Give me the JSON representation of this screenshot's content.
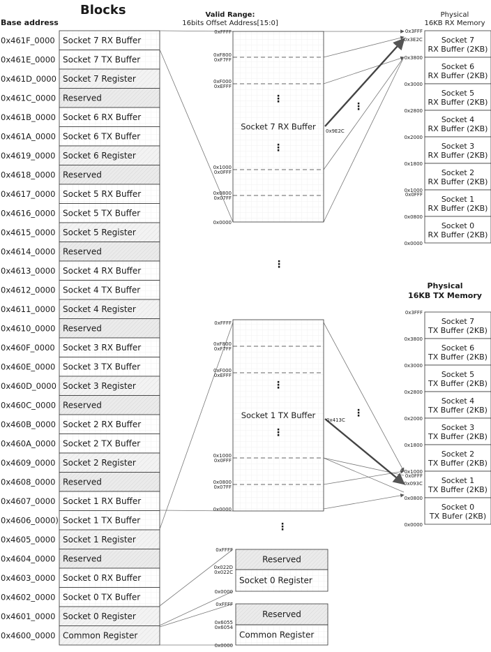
{
  "title": "Blocks",
  "base_address_header": "Base address",
  "valid_range": {
    "line1": "Valid Range:",
    "line2": "16bits Offset Address[15:0]"
  },
  "rx_memory_title": {
    "line1": "Physical",
    "line2": "16KB RX Memory"
  },
  "tx_memory_title": {
    "line1": "Physical",
    "line2": "16KB TX Memory"
  },
  "blocks": [
    {
      "address": "0x461F_0000",
      "label": "Socket 7 RX Buffer",
      "style": "buffer"
    },
    {
      "address": "0x461E_0000",
      "label": "Socket 7 TX Buffer",
      "style": "buffer"
    },
    {
      "address": "0x461D_0000",
      "label": "Socket 7 Register",
      "style": "register"
    },
    {
      "address": "0x461C_0000",
      "label": "Reserved",
      "style": "reserved"
    },
    {
      "address": "0x461B_0000",
      "label": "Socket 6 RX Buffer",
      "style": "buffer"
    },
    {
      "address": "0x461A_0000",
      "label": "Socket 6 TX Buffer",
      "style": "buffer"
    },
    {
      "address": "0x4619_0000",
      "label": "Socket 6 Register",
      "style": "register"
    },
    {
      "address": "0x4618_0000",
      "label": "Reserved",
      "style": "reserved"
    },
    {
      "address": "0x4617_0000",
      "label": "Socket 5 RX Buffer",
      "style": "buffer"
    },
    {
      "address": "0x4616_0000",
      "label": "Socket 5 TX Buffer",
      "style": "buffer"
    },
    {
      "address": "0x4615_0000",
      "label": "Socket 5 Register",
      "style": "register"
    },
    {
      "address": "0x4614_0000",
      "label": "Reserved",
      "style": "reserved"
    },
    {
      "address": "0x4613_0000",
      "label": "Socket 4 RX Buffer",
      "style": "buffer"
    },
    {
      "address": "0x4612_0000",
      "label": "Socket 4 TX Buffer",
      "style": "buffer"
    },
    {
      "address": "0x4611_0000",
      "label": "Socket 4 Register",
      "style": "register"
    },
    {
      "address": "0x4610_0000",
      "label": "Reserved",
      "style": "reserved"
    },
    {
      "address": "0x460F_0000",
      "label": "Socket 3 RX Buffer",
      "style": "buffer"
    },
    {
      "address": "0x460E_0000",
      "label": "Socket 3 TX Buffer",
      "style": "buffer"
    },
    {
      "address": "0x460D_0000",
      "label": "Socket 3 Register",
      "style": "register"
    },
    {
      "address": "0x460C_0000",
      "label": "Reserved",
      "style": "reserved"
    },
    {
      "address": "0x460B_0000",
      "label": "Socket 2 RX Buffer",
      "style": "buffer"
    },
    {
      "address": "0x460A_0000",
      "label": "Socket 2 TX Buffer",
      "style": "buffer"
    },
    {
      "address": "0x4609_0000",
      "label": "Socket 2 Register",
      "style": "register"
    },
    {
      "address": "0x4608_0000",
      "label": "Reserved",
      "style": "reserved"
    },
    {
      "address": "0x4607_0000",
      "label": "Socket 1 RX Buffer",
      "style": "buffer"
    },
    {
      "address": "0x4606_0000)",
      "label": "Socket 1 TX Buffer",
      "style": "buffer"
    },
    {
      "address": "0x4605_0000",
      "label": "Socket 1 Register",
      "style": "register"
    },
    {
      "address": "0x4604_0000",
      "label": "Reserved",
      "style": "reserved"
    },
    {
      "address": "0x4603_0000",
      "label": "Socket 0 RX Buffer",
      "style": "buffer"
    },
    {
      "address": "0x4602_0000",
      "label": "Socket 0 TX Buffer",
      "style": "buffer"
    },
    {
      "address": "0x4601_0000",
      "label": "Socket 0 Register",
      "style": "register"
    },
    {
      "address": "0x4600_0000",
      "label": "Common Register",
      "style": "register"
    }
  ],
  "rx_window": {
    "label": "Socket 7 RX Buffer",
    "ticks": [
      {
        "t1": "0xFFFF",
        "t2": ""
      },
      {
        "t1": "0xF800",
        "t2": "0xF7FF"
      },
      {
        "t1": "0xF000",
        "t2": "0xEFFF"
      },
      {
        "t1": "0x1000",
        "t2": "0x0FFF"
      },
      {
        "t1": "0x0800",
        "t2": "0x07FF"
      },
      {
        "t1": "0x0000",
        "t2": ""
      }
    ],
    "pointer_label": "0x9E2C",
    "pointer_target": "0x3E2C"
  },
  "tx_window": {
    "label": "Socket 1 TX Buffer",
    "ticks": [
      {
        "t1": "0xFFFF",
        "t2": ""
      },
      {
        "t1": "0xF800",
        "t2": "0xF7FF"
      },
      {
        "t1": "0xF000",
        "t2": "0xEFFF"
      },
      {
        "t1": "0x1000",
        "t2": "0x0FFF"
      },
      {
        "t1": "0x0800",
        "t2": "0x07FF"
      },
      {
        "t1": "0x0000",
        "t2": ""
      }
    ],
    "pointer_label": "0x413C",
    "pointer_target": "0x093C"
  },
  "rx_physical": [
    {
      "name": "Socket 7",
      "sub": "RX Buffer (2KB)"
    },
    {
      "name": "Socket 6",
      "sub": "RX Buffer (2KB)"
    },
    {
      "name": "Socket 5",
      "sub": "RX Buffer (2KB)"
    },
    {
      "name": "Socket 4",
      "sub": "RX Buffer (2KB)"
    },
    {
      "name": "Socket 3",
      "sub": "RX Buffer (2KB)"
    },
    {
      "name": "Socket 2",
      "sub": "RX Buffer (2KB)"
    },
    {
      "name": "Socket 1",
      "sub": "RX Buffer (2KB)"
    },
    {
      "name": "Socket 0",
      "sub": "RX Buffer (2KB)"
    }
  ],
  "rx_physical_ticks": [
    "0x3FFF",
    "0x3800",
    "0x3000",
    "0x2800",
    "0x2000",
    "0x1800",
    "0x1000",
    "0x0800",
    "0x0000"
  ],
  "rx_physical_extra_tick": "0x0FFF",
  "tx_physical": [
    {
      "name": "Socket 7",
      "sub": "TX Buffer (2KB)"
    },
    {
      "name": "Socket 6",
      "sub": "TX Buffer (2KB)"
    },
    {
      "name": "Socket 5",
      "sub": "TX Buffer (2KB)"
    },
    {
      "name": "Socket 4",
      "sub": "TX Buffer (2KB)"
    },
    {
      "name": "Socket 3",
      "sub": "TX Buffer (2KB)"
    },
    {
      "name": "Socket 2",
      "sub": "TX Buffer (2KB)"
    },
    {
      "name": "Socket 1",
      "sub": "TX Buffer (2KB)"
    },
    {
      "name": "Socket 0",
      "sub": "TX Bufer (2KB)"
    }
  ],
  "tx_physical_ticks": [
    "0x3FFF",
    "0x3800",
    "0x3000",
    "0x2800",
    "0x2000",
    "0x1800",
    "0x1000",
    "0x0800",
    "0x0000"
  ],
  "tx_physical_extra_tick": "0x0FFF",
  "socket0_register_window": {
    "top_label": "Reserved",
    "bottom_label": "Socket 0 Register",
    "tick_top": "0xFFFF",
    "tick_mid1": "0x022D",
    "tick_mid2": "0x022C",
    "tick_bottom": "0x0000"
  },
  "common_register_window": {
    "top_label": "Reserved",
    "bottom_label": "Common Register",
    "tick_top": "0xFFFF",
    "tick_mid1": "0x6055",
    "tick_mid2": "0x6054",
    "tick_bottom": "0x0000"
  },
  "dots": "⋮"
}
